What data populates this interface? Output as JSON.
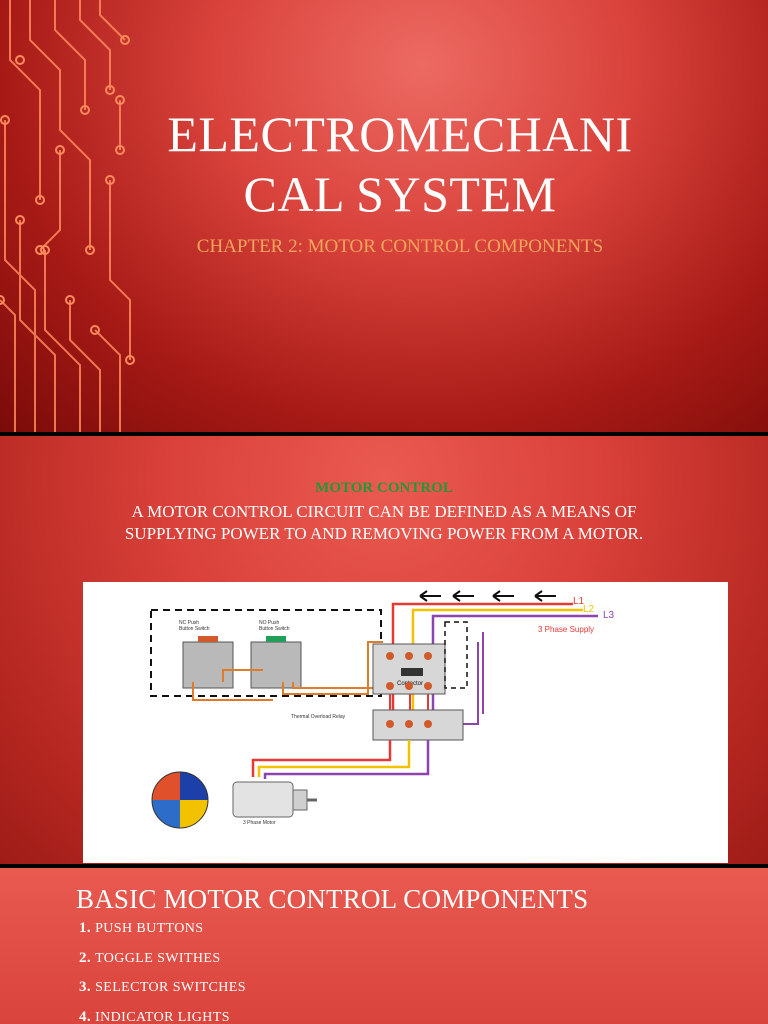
{
  "slide1": {
    "title_line1": "ELECTROMECHANI",
    "title_line2": "CAL SYSTEM",
    "subtitle": "CHAPTER 2: MOTOR CONTROL COMPONENTS"
  },
  "slide2": {
    "heading": "MOTOR CONTROL",
    "body": "A MOTOR CONTROL CIRCUIT CAN BE DEFINED AS A MEANS OF SUPPLYING POWER TO AND REMOVING POWER FROM A MOTOR.",
    "diagram": {
      "line_labels": [
        "L1",
        "L2",
        "L3"
      ],
      "supply_label": "3 Phase Supply",
      "nc_label_1": "NC Push",
      "nc_label_2": "Button Switch",
      "no_label_1": "NO Push",
      "no_label_2": "Button Switch",
      "contactor_label": "Contactor",
      "overload_label": "Thermal Overload Relay",
      "motor_label": "3 Phase Motor",
      "colors": {
        "l1": "#e53935",
        "l2": "#f2c200",
        "l3": "#8e44ad",
        "control": "#e07b2a"
      }
    }
  },
  "slide3": {
    "title": "BASIC MOTOR CONTROL COMPONENTS",
    "items": [
      {
        "num": "1.",
        "label": "PUSH BUTTONS"
      },
      {
        "num": "2.",
        "label": "TOGGLE SWITHES"
      },
      {
        "num": "3.",
        "label": "SELECTOR SWITCHES"
      },
      {
        "num": "4.",
        "label": "INDICATOR LIGHTS"
      }
    ]
  }
}
